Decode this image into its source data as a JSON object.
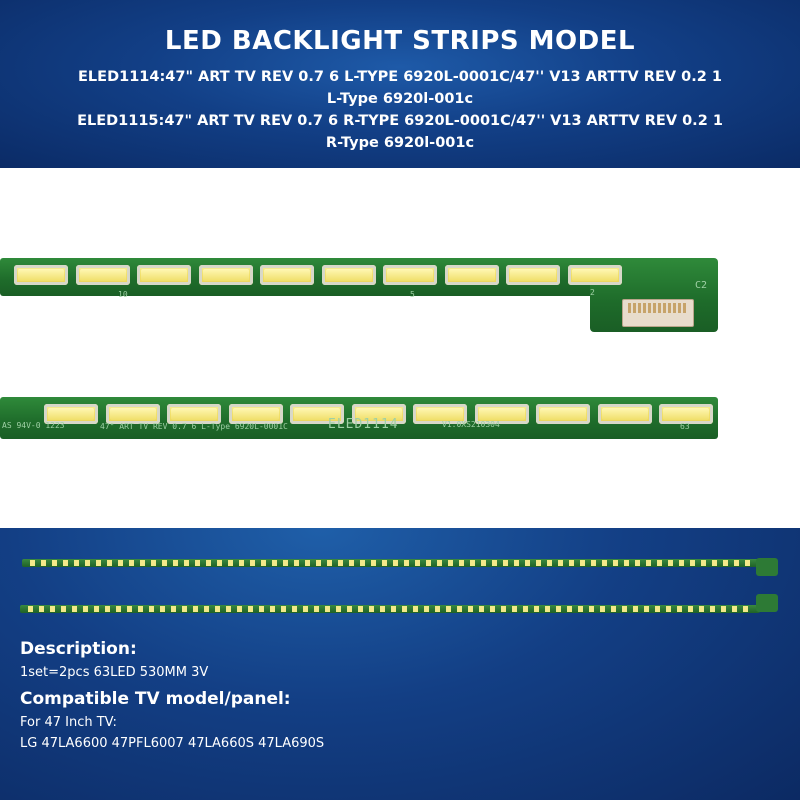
{
  "header": {
    "title": "LED BACKLIGHT STRIPS MODEL",
    "lines": [
      "ELED1114:47\" ART TV REV 0.7 6 L-TYPE 6920L-0001C/47'' V13 ARTTV REV 0.2 1",
      "L-Type 6920l-001c",
      "ELED1115:47\" ART TV REV 0.7 6 R-TYPE 6920L-0001C/47'' V13 ARTTV REV 0.2 1",
      "R-Type 6920l-001c"
    ]
  },
  "photo": {
    "strip1_labels": [
      "10",
      "5",
      "2",
      "C2"
    ],
    "strip2_labels": {
      "left": "AS 94V-0 1223",
      "model": "47\" ART TV REV 0.7 6 L-Type 6920L-0001C",
      "big": "ELED1114",
      "ver": "V1.0XS210304",
      "end": "63"
    }
  },
  "description": {
    "heading": "Description:",
    "text": "1set=2pcs  63LED  530MM  3V"
  },
  "compatible": {
    "heading": "Compatible TV model/panel:",
    "line1": "For 47 Inch TV:",
    "line2": "LG 47LA6600 47PFL6007 47LA660S 47LA690S"
  },
  "colors": {
    "header_bg": "#123f86",
    "pcb_green": "#1e6b2a",
    "led_yellow": "#f2e06a"
  }
}
